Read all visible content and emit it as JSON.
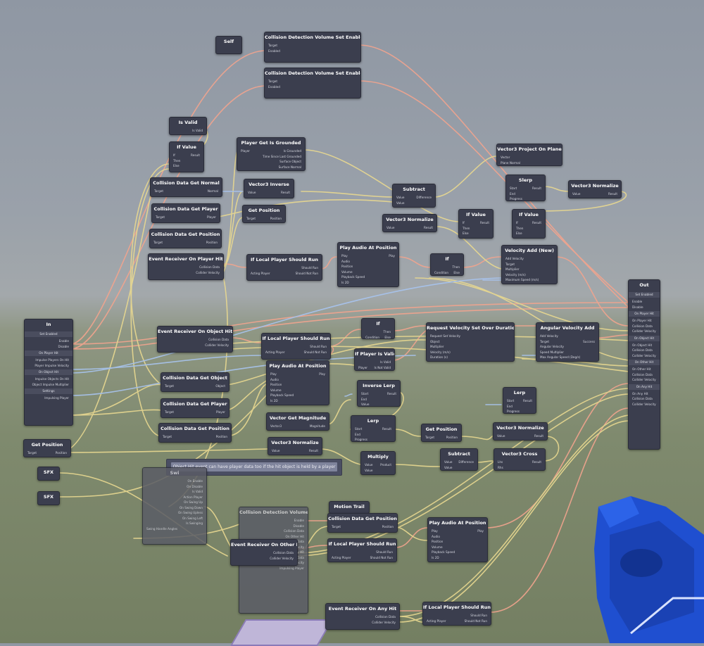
{
  "scene": {
    "note": "Object Hit event can have player data too if the hit object is held by a player"
  },
  "nodes": [
    {
      "id": "self",
      "title": "Self",
      "rows": []
    },
    {
      "id": "cdv-set-enabled-1",
      "title": "Collision Detection Volume Set Enabled",
      "rows": [
        [
          "Target",
          ""
        ],
        [
          "Enabled",
          ""
        ]
      ]
    },
    {
      "id": "cdv-set-enabled-2",
      "title": "Collision Detection Volume Set Enabled",
      "rows": [
        [
          "Target",
          ""
        ],
        [
          "Enabled",
          ""
        ]
      ]
    },
    {
      "id": "is-valid",
      "title": "Is Valid",
      "rows": [
        [
          "",
          "Is Valid"
        ]
      ]
    },
    {
      "id": "if-value-1",
      "title": "If Value",
      "rows": [
        [
          "If",
          "Result"
        ],
        [
          "Then",
          ""
        ],
        [
          "Else",
          ""
        ]
      ]
    },
    {
      "id": "player-grounded",
      "title": "Player Get Is Grounded",
      "rows": [
        [
          "Player",
          "Is Grounded"
        ],
        [
          "",
          "Time Since Last Grounded"
        ],
        [
          "",
          "Surface Object"
        ],
        [
          "",
          "Surface Normal"
        ]
      ]
    },
    {
      "id": "v3-project",
      "title": "Vector3 Project On Plane",
      "rows": [
        [
          "Vector",
          ""
        ],
        [
          "Plane Normal",
          ""
        ]
      ]
    },
    {
      "id": "cd-get-normal",
      "title": "Collision Data Get Normal",
      "rows": [
        [
          "Target",
          "Normal"
        ]
      ]
    },
    {
      "id": "v3-inverse",
      "title": "Vector3 Inverse",
      "rows": [
        [
          "Value",
          "Result"
        ]
      ]
    },
    {
      "id": "subtract-1",
      "title": "Subtract",
      "rows": [
        [
          "Value",
          "Difference"
        ],
        [
          "Value",
          ""
        ]
      ]
    },
    {
      "id": "slerp",
      "title": "Slerp",
      "rows": [
        [
          "Start",
          "Result"
        ],
        [
          "End",
          ""
        ],
        [
          "Progress",
          ""
        ]
      ]
    },
    {
      "id": "v3-normalize-1",
      "title": "Vector3 Normalize",
      "rows": [
        [
          "Value",
          "Result"
        ]
      ]
    },
    {
      "id": "cd-get-player-1",
      "title": "Collision Data Get Player",
      "rows": [
        [
          "Target",
          "Player"
        ]
      ]
    },
    {
      "id": "get-position-1",
      "title": "Get Position",
      "rows": [
        [
          "Target",
          "Position"
        ]
      ]
    },
    {
      "id": "v3-normalize-2",
      "title": "Vector3 Normalize",
      "rows": [
        [
          "Value",
          "Result"
        ]
      ]
    },
    {
      "id": "if-value-2",
      "title": "If Value",
      "rows": [
        [
          "If",
          "Result"
        ],
        [
          "Then",
          ""
        ],
        [
          "Else",
          ""
        ]
      ]
    },
    {
      "id": "if-value-3",
      "title": "If Value",
      "rows": [
        [
          "If",
          "Result"
        ],
        [
          "Then",
          ""
        ],
        [
          "Else",
          ""
        ]
      ]
    },
    {
      "id": "cd-get-position-1",
      "title": "Collision Data Get Position",
      "rows": [
        [
          "Target",
          "Position"
        ]
      ]
    },
    {
      "id": "play-audio-1",
      "title": "Play Audio At Position",
      "rows": [
        [
          "Play",
          "Play"
        ],
        [
          "Audio",
          ""
        ],
        [
          "Position",
          ""
        ],
        [
          "Volume",
          ""
        ],
        [
          "Playback Speed",
          ""
        ],
        [
          "Is 2D",
          ""
        ]
      ]
    },
    {
      "id": "if-1",
      "title": "If",
      "rows": [
        [
          "",
          "Then"
        ],
        [
          "Condition",
          "Else"
        ]
      ]
    },
    {
      "id": "velocity-add",
      "title": "Velocity Add (New)",
      "rows": [
        [
          "Add Velocity",
          ""
        ],
        [
          "Target",
          ""
        ],
        [
          "Multiplier",
          ""
        ],
        [
          "Velocity (m/s)",
          ""
        ],
        [
          "Maximum Speed (m/s)",
          ""
        ]
      ]
    },
    {
      "id": "er-player-hit",
      "title": "Event Receiver On Player Hit",
      "rows": [
        [
          "",
          "Collision Data"
        ],
        [
          "",
          "Collider Velocity"
        ]
      ]
    },
    {
      "id": "if-local-1",
      "title": "If Local Player Should Run",
      "rows": [
        [
          "",
          "Should Run"
        ],
        [
          "Acting Player",
          "Should Not Run"
        ]
      ]
    },
    {
      "id": "out",
      "title": "Out",
      "rows": []
    },
    {
      "id": "in",
      "title": "In",
      "rows": []
    },
    {
      "id": "er-object-hit",
      "title": "Event Receiver On Object Hit",
      "rows": [
        [
          "",
          "Collision Data"
        ],
        [
          "",
          "Collider Velocity"
        ]
      ]
    },
    {
      "id": "if-2",
      "title": "If",
      "rows": [
        [
          "",
          "Then"
        ],
        [
          "Condition",
          "Else"
        ]
      ]
    },
    {
      "id": "if-local-2",
      "title": "If Local Player Should Run",
      "rows": [
        [
          "",
          "Should Run"
        ],
        [
          "Acting Player",
          "Should Not Run"
        ]
      ]
    },
    {
      "id": "req-velocity",
      "title": "Request Velocity Set Over Duration",
      "rows": [
        [
          "Request Set Velocity",
          ""
        ],
        [
          "Object",
          ""
        ],
        [
          "Multiplier",
          ""
        ],
        [
          "Velocity (m/s)",
          ""
        ],
        [
          "Duration (s)",
          ""
        ]
      ]
    },
    {
      "id": "angular-velocity",
      "title": "Angular Velocity Add",
      "rows": [
        [
          "Add Velocity",
          ""
        ],
        [
          "Target",
          "Success"
        ],
        [
          "Angular Velocity",
          ""
        ],
        [
          "Speed Multiplier",
          ""
        ],
        [
          "Max Angular Speed (Deg/s)",
          ""
        ]
      ]
    },
    {
      "id": "if-player-valid",
      "title": "If Player Is Valid",
      "rows": [
        [
          "",
          "Is Valid"
        ],
        [
          "Player",
          "Is Not Valid"
        ]
      ]
    },
    {
      "id": "cd-get-object",
      "title": "Collision Data Get Object",
      "rows": [
        [
          "Target",
          "Object"
        ]
      ]
    },
    {
      "id": "play-audio-2",
      "title": "Play Audio At Position",
      "rows": [
        [
          "Play",
          "Play"
        ],
        [
          "Audio",
          ""
        ],
        [
          "Position",
          ""
        ],
        [
          "Volume",
          ""
        ],
        [
          "Playback Speed",
          ""
        ],
        [
          "Is 2D",
          ""
        ]
      ]
    },
    {
      "id": "inverse-lerp",
      "title": "Inverse Lerp",
      "rows": [
        [
          "Start",
          "Result"
        ],
        [
          "End",
          ""
        ],
        [
          "Value",
          ""
        ]
      ]
    },
    {
      "id": "lerp-1",
      "title": "Lerp",
      "rows": [
        [
          "Start",
          "Result"
        ],
        [
          "End",
          ""
        ],
        [
          "Progress",
          ""
        ]
      ]
    },
    {
      "id": "cd-get-player-2",
      "title": "Collision Data Get Player",
      "rows": [
        [
          "Target",
          "Player"
        ]
      ]
    },
    {
      "id": "vector-magnitude",
      "title": "Vector Get Magnitude",
      "rows": [
        [
          "Vector3",
          "Magnitude"
        ]
      ]
    },
    {
      "id": "lerp-2",
      "title": "Lerp",
      "rows": [
        [
          "Start",
          "Result"
        ],
        [
          "End",
          ""
        ],
        [
          "Progress",
          ""
        ]
      ]
    },
    {
      "id": "get-position-2",
      "title": "Get Position",
      "rows": [
        [
          "Target",
          "Position"
        ]
      ]
    },
    {
      "id": "v3-normalize-3",
      "title": "Vector3 Normalize",
      "rows": [
        [
          "Value",
          "Result"
        ]
      ]
    },
    {
      "id": "cd-get-position-2",
      "title": "Collision Data Get Position",
      "rows": [
        [
          "Target",
          "Position"
        ]
      ]
    },
    {
      "id": "get-position-3",
      "title": "Get Position",
      "rows": [
        [
          "Target",
          "Position"
        ]
      ]
    },
    {
      "id": "v3-normalize-4",
      "title": "Vector3 Normalize",
      "rows": [
        [
          "Value",
          "Result"
        ]
      ]
    },
    {
      "id": "multiply",
      "title": "Multiply",
      "rows": [
        [
          "Value",
          "Product"
        ],
        [
          "Value",
          ""
        ]
      ]
    },
    {
      "id": "subtract-2",
      "title": "Subtract",
      "rows": [
        [
          "Value",
          "Difference"
        ],
        [
          "Value",
          ""
        ]
      ]
    },
    {
      "id": "v3-cross",
      "title": "Vector3 Cross",
      "rows": [
        [
          "Lhs",
          "Result"
        ],
        [
          "Rhs",
          ""
        ]
      ]
    },
    {
      "id": "sfx-1",
      "title": "SFX",
      "rows": []
    },
    {
      "id": "sfx-2",
      "title": "SFX",
      "rows": []
    },
    {
      "id": "motion-trail",
      "title": "Motion Trail",
      "rows": []
    },
    {
      "id": "cd-get-position-3",
      "title": "Collision Data Get Position",
      "rows": [
        [
          "Target",
          "Position"
        ]
      ]
    },
    {
      "id": "play-audio-3",
      "title": "Play Audio At Position",
      "rows": [
        [
          "Play",
          "Play"
        ],
        [
          "Audio",
          ""
        ],
        [
          "Position",
          ""
        ],
        [
          "Volume",
          ""
        ],
        [
          "Playback Speed",
          ""
        ],
        [
          "Is 2D",
          ""
        ]
      ]
    },
    {
      "id": "cdv-grey",
      "title": "Collision Detection Volume",
      "rows": [
        [
          "",
          "Enable"
        ],
        [
          "",
          "Disable"
        ],
        [
          "",
          "Collision Data"
        ]
      ]
    },
    {
      "id": "er-other-hit",
      "title": "Event Receiver On Other Hit",
      "rows": [
        [
          "",
          "Collision Data"
        ],
        [
          "",
          "Collider Velocity"
        ]
      ]
    },
    {
      "id": "if-local-3",
      "title": "If Local Player Should Run",
      "rows": [
        [
          "",
          "Should Run"
        ],
        [
          "Acting Player",
          "Should Not Run"
        ]
      ]
    },
    {
      "id": "er-any-hit",
      "title": "Event Receiver On Any Hit",
      "rows": [
        [
          "",
          "Collision Data"
        ],
        [
          "",
          "Collider Velocity"
        ]
      ]
    },
    {
      "id": "if-local-4",
      "title": "If Local Player Should Run",
      "rows": [
        [
          "",
          "Should Run"
        ],
        [
          "Acting Player",
          "Should Not Run"
        ]
      ]
    },
    {
      "id": "swing-grey",
      "title": "Swi",
      "rows": [
        [
          "",
          "On Enable"
        ],
        [
          "",
          "On Disable"
        ],
        [
          "",
          "Is Valid"
        ],
        [
          "",
          "Action Player"
        ],
        [
          "",
          "On Swing Up"
        ],
        [
          "",
          "On Swing Down"
        ],
        [
          "",
          "On Swing Upless"
        ],
        [
          "",
          "On Swing Left"
        ],
        [
          "",
          "Is Swinging"
        ],
        [
          "Swing Handle Angles",
          ""
        ]
      ]
    }
  ],
  "in_node": {
    "sections": [
      {
        "header": "Set Enabled",
        "rows": [
          "Enable",
          "Disable"
        ]
      },
      {
        "header": "On Player Hit",
        "rows": [
          "Impulse Players On Hit",
          "Player Impulse Velocity"
        ]
      },
      {
        "header": "On Object Hit",
        "rows": [
          "Impulse Objects On Hit",
          "Object Impulse Multiplier"
        ]
      },
      {
        "header": "Settings",
        "rows": [
          "Impulsing Player"
        ]
      }
    ]
  },
  "out_node": {
    "sections": [
      {
        "header": "Set Enabled",
        "rows": [
          "Enable",
          "Disable"
        ]
      },
      {
        "header": "On Player Hit",
        "rows": [
          "On Player Hit",
          "Collision Data",
          "Collider Velocity"
        ]
      },
      {
        "header": "On Object Hit",
        "rows": [
          "On Object Hit",
          "Collision Data",
          "Collider Velocity"
        ]
      },
      {
        "header": "On Other Hit",
        "rows": [
          "On Other Hit",
          "Collision Data",
          "Collider Velocity"
        ]
      },
      {
        "header": "On Any Hit",
        "rows": [
          "On Any Hit",
          "Collision Data",
          "Collider Velocity"
        ]
      }
    ]
  },
  "grey_extra": {
    "rows": [
      "On Other Hit",
      "Collision Data",
      "Collider Velocity",
      "On Any Hit",
      "Collision Data",
      "Collider Velocity",
      "Impulsing Player"
    ]
  },
  "colors": {
    "node_bg": "#3b3e4e",
    "flow_wire": "#f2a48e",
    "data_wire": "#e8d890",
    "vector_wire": "#a8c4ef",
    "hand": "#1f4fd0"
  }
}
